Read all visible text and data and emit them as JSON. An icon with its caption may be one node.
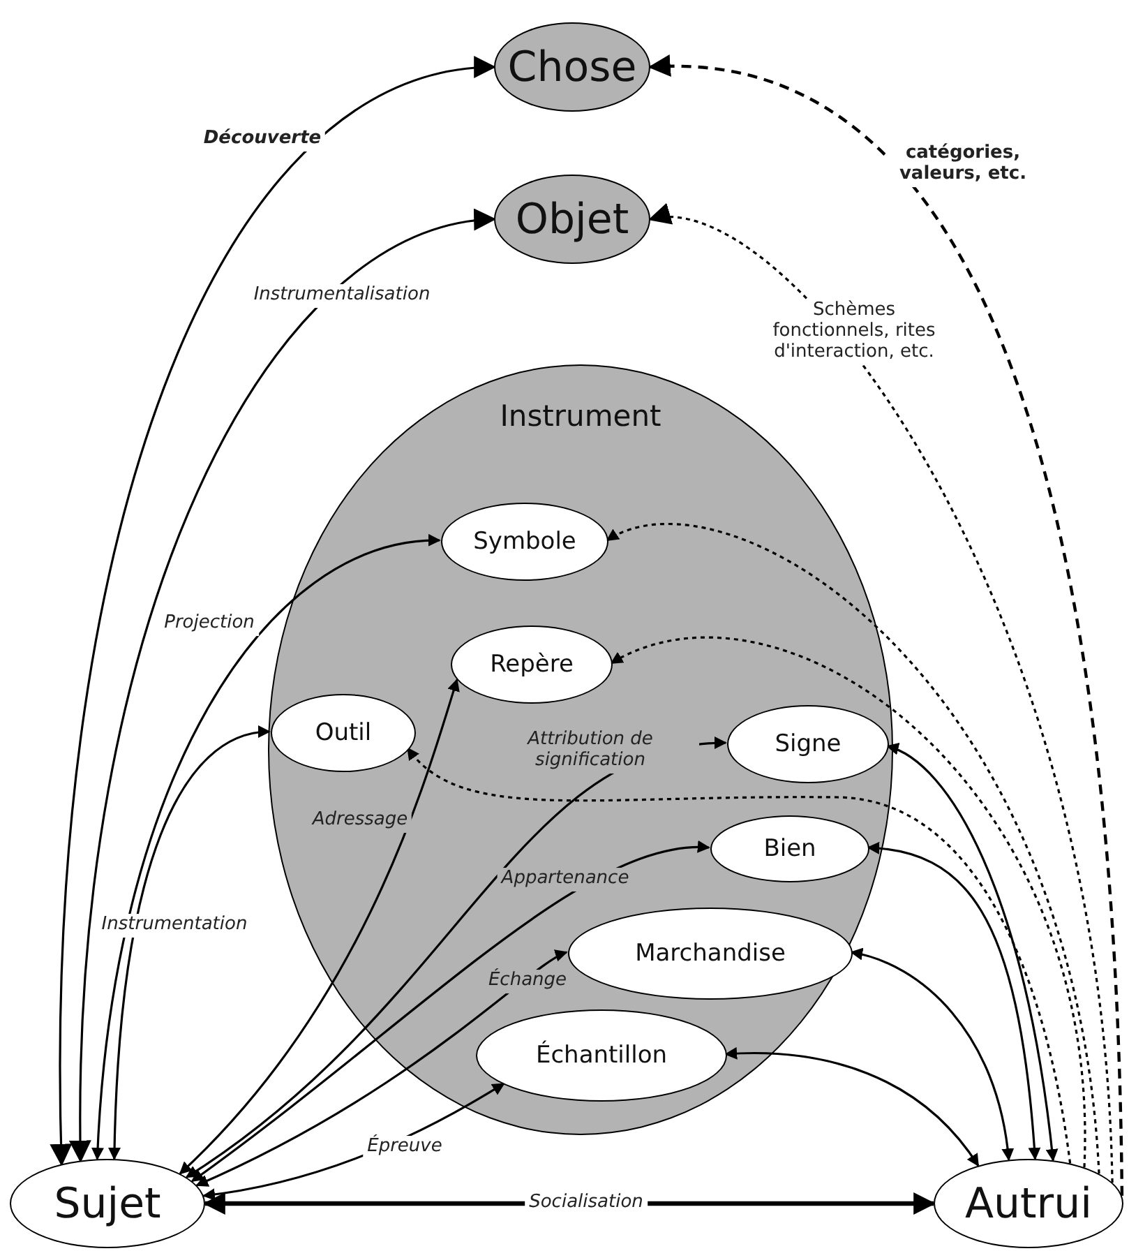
{
  "diagram": {
    "nodes": [
      {
        "text": [
          "Chose"
        ]
      },
      {
        "text": [
          "Objet"
        ]
      },
      {
        "text": [
          "Instrument"
        ]
      },
      {
        "text": [
          "Symbole"
        ],
        "in": 2
      },
      {
        "text": [
          "Repère"
        ],
        "in": 2
      },
      {
        "text": [
          "Outil"
        ],
        "in": 2
      },
      {
        "text": [
          "Signe"
        ],
        "in": 2
      },
      {
        "text": [
          "Bien"
        ],
        "in": 2
      },
      {
        "text": [
          "Marchandise"
        ],
        "in": 2
      },
      {
        "text": [
          "Échantillon"
        ],
        "in": 2
      },
      {
        "text": [
          "Sujet"
        ]
      },
      {
        "text": [
          "Autrui"
        ]
      }
    ],
    "edges": [
      {
        "from": 10,
        "to": 0,
        "arrow": "both",
        "label": "Découverte"
      },
      {
        "from": 10,
        "to": 1,
        "arrow": "both",
        "label": "Instrumentalisation"
      },
      {
        "from": 10,
        "to": 3,
        "arrow": "both",
        "label": "Projection"
      },
      {
        "from": 10,
        "to": 5,
        "arrow": "both",
        "label": "Instrumentation"
      },
      {
        "from": 10,
        "to": 4,
        "arrow": "both",
        "label": "Adressage"
      },
      {
        "from": 10,
        "to": 6,
        "arrow": "both",
        "label": "Attribution de signification"
      },
      {
        "from": 10,
        "to": 7,
        "arrow": "both",
        "label": "Appartenance"
      },
      {
        "from": 10,
        "to": 8,
        "arrow": "both",
        "label": "Échange"
      },
      {
        "from": 10,
        "to": 9,
        "arrow": "both",
        "label": "Épreuve"
      },
      {
        "from": 10,
        "to": 11,
        "arrow": "both",
        "label": "Socialisation",
        "style": "thick"
      },
      {
        "from": 11,
        "to": 0,
        "arrow": "to",
        "label": "catégories, valeurs, etc.",
        "style": "dashed"
      },
      {
        "from": 11,
        "to": 1,
        "arrow": "to",
        "label": "Schèmes fonctionnels, rites d'interaction, etc.",
        "style": "dashed"
      },
      {
        "from": 11,
        "to": 3,
        "arrow": "to",
        "style": "dashed"
      },
      {
        "from": 11,
        "to": 4,
        "arrow": "to",
        "style": "dashed"
      },
      {
        "from": 11,
        "to": 5,
        "arrow": "to",
        "style": "dashed"
      },
      {
        "from": 11,
        "to": 6,
        "arrow": "both"
      },
      {
        "from": 11,
        "to": 7,
        "arrow": "both"
      },
      {
        "from": 11,
        "to": 8,
        "arrow": "both"
      },
      {
        "from": 11,
        "to": 9,
        "arrow": "both"
      }
    ]
  }
}
